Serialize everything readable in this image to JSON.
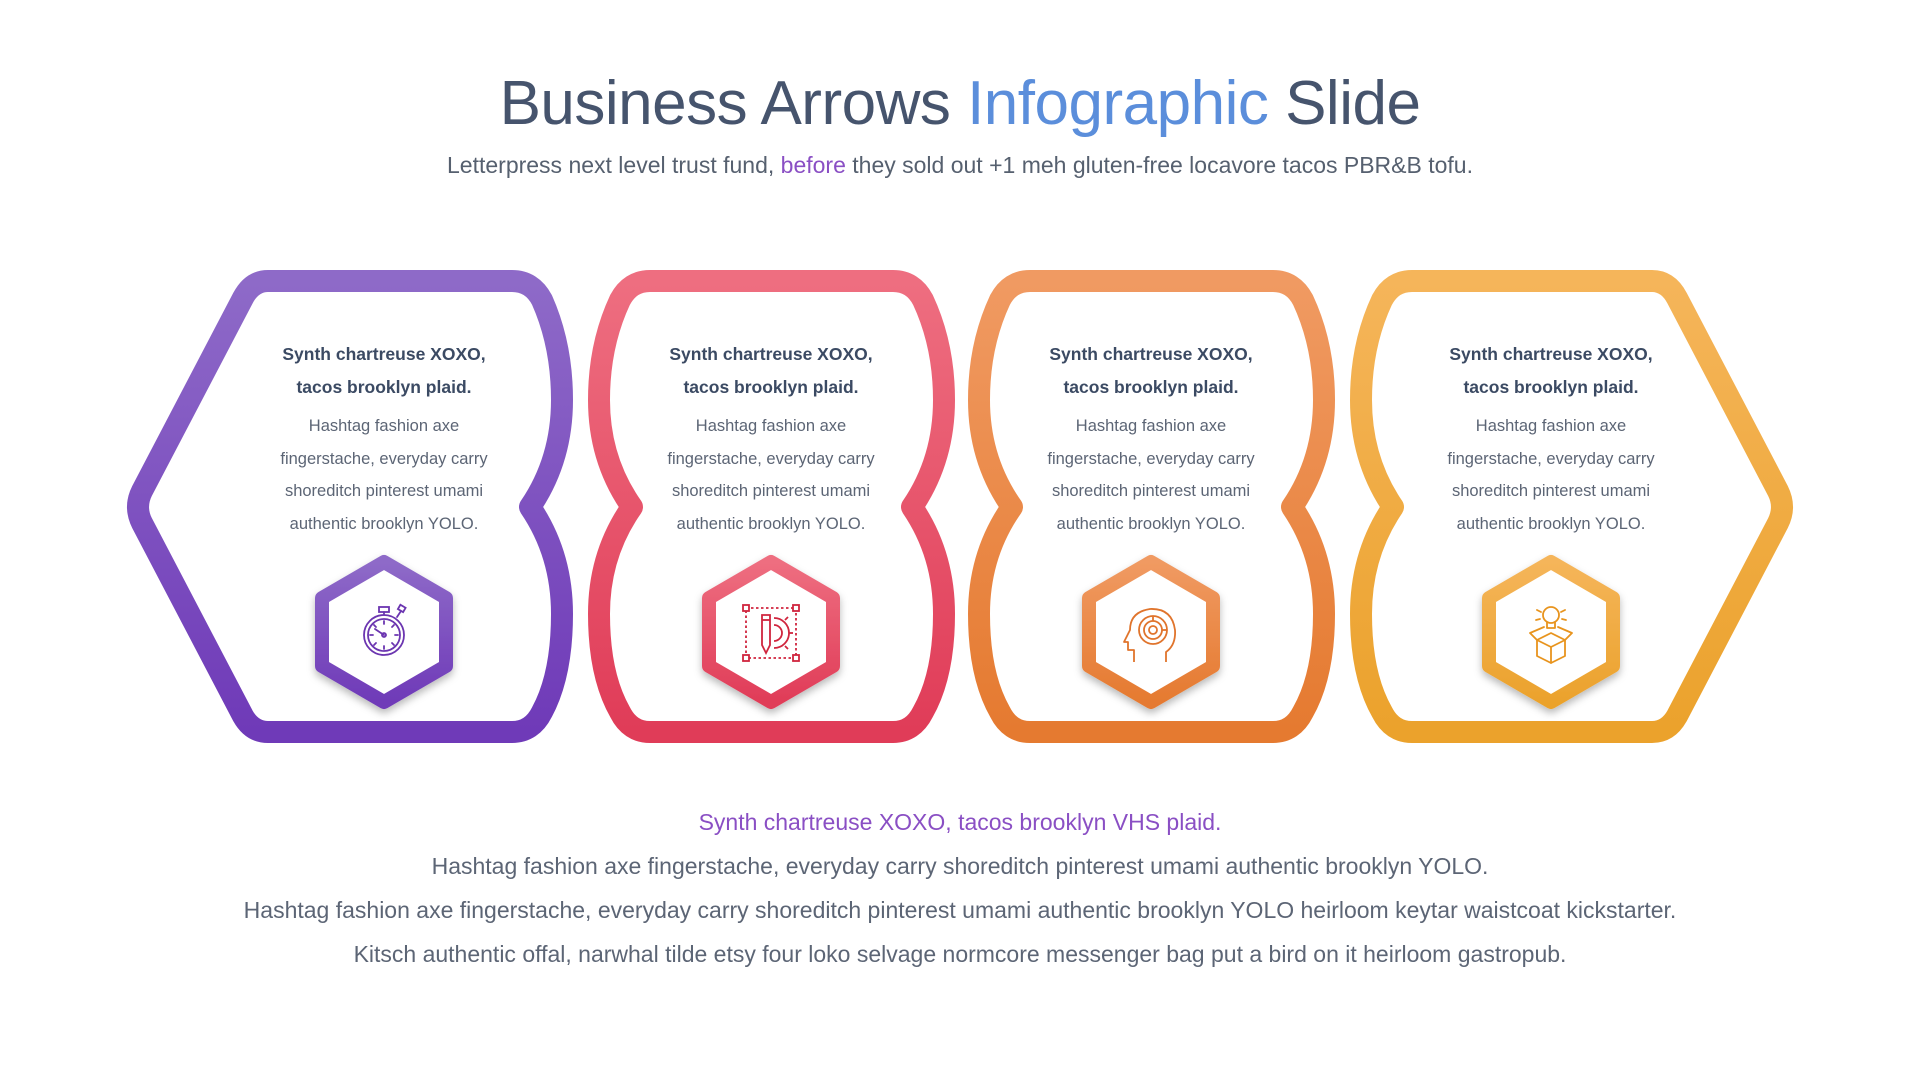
{
  "slide": {
    "title": {
      "part1": "Business Arrows ",
      "accent": "Infographic",
      "part2": " Slide"
    },
    "subtitle": {
      "part1": "Letterpress next level trust fund, ",
      "accent": "before",
      "part2": " they sold out +1 meh gluten-free locavore tacos PBR&B tofu."
    },
    "colors": {
      "title_text": "#46546D",
      "title_accent": "#5B8EDB",
      "subtitle_accent": "#8A4FC4",
      "heading_text": "#3B4A63",
      "body_text": "#5C6575"
    }
  },
  "cards": [
    {
      "heading": "Synth chartreuse XOXO, tacos brooklyn plaid.",
      "body": "Hashtag fashion axe fingerstache, everyday carry shoreditch pinterest umami authentic brooklyn YOLO.",
      "icon": "stopwatch-icon",
      "color_top": "#8E6AC8",
      "color_bottom": "#6F3AB8"
    },
    {
      "heading": "Synth chartreuse XOXO, tacos brooklyn plaid.",
      "body": "Hashtag fashion axe fingerstache, everyday carry shoreditch pinterest umami authentic brooklyn YOLO.",
      "icon": "design-pencil-gear-icon",
      "color_top": "#EE6E80",
      "color_bottom": "#E03C58"
    },
    {
      "heading": "Synth chartreuse XOXO, tacos brooklyn plaid.",
      "body": "Hashtag fashion axe fingerstache, everyday carry shoreditch pinterest umami authentic brooklyn YOLO.",
      "icon": "head-maze-icon",
      "color_top": "#F09A62",
      "color_bottom": "#E57A30"
    },
    {
      "heading": "Synth chartreuse XOXO, tacos brooklyn plaid.",
      "body": "Hashtag fashion axe fingerstache, everyday carry shoreditch pinterest umami authentic brooklyn YOLO.",
      "icon": "lightbulb-box-icon",
      "color_top": "#F5B55A",
      "color_bottom": "#EBA22C"
    }
  ],
  "footer": {
    "lead": "Synth chartreuse XOXO, tacos brooklyn VHS plaid.",
    "line1": "Hashtag fashion axe fingerstache, everyday carry shoreditch pinterest umami authentic brooklyn YOLO.",
    "line2": "Hashtag fashion axe fingerstache, everyday carry shoreditch pinterest umami authentic brooklyn YOLO heirloom keytar waistcoat kickstarter. Kitsch authentic offal, narwhal tilde etsy four loko selvage normcore messenger bag put a bird on it heirloom gastropub."
  }
}
